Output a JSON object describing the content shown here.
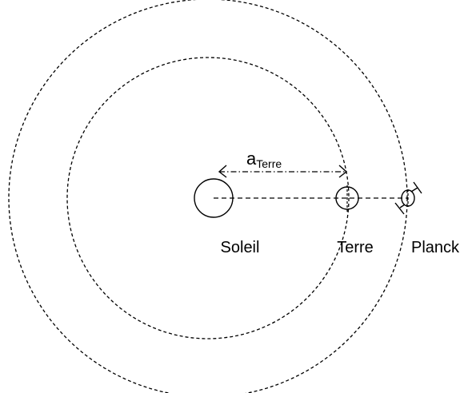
{
  "labels": {
    "soleil": "Soleil",
    "terre": "Terre",
    "planck": "Planck",
    "distance_symbol": "a",
    "distance_subscript": "Terre"
  },
  "colors": {
    "stroke": "#000000",
    "background": "#ffffff"
  }
}
